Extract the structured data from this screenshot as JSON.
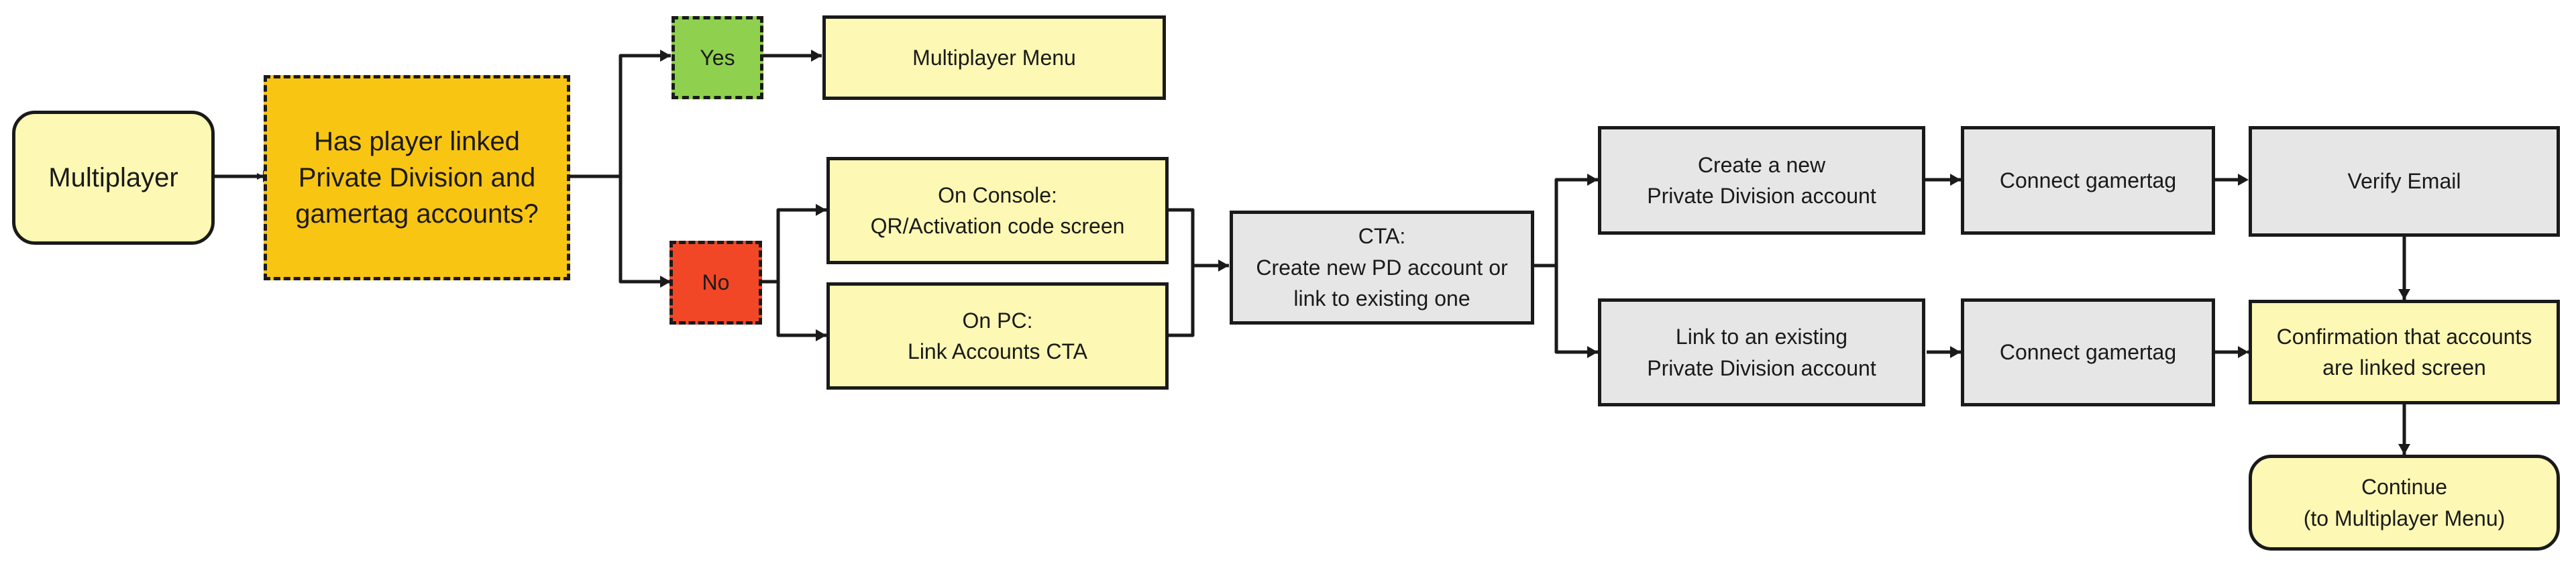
{
  "nodes": {
    "multiplayer": "Multiplayer",
    "question": "Has player linked\nPrivate Division and\ngamertag accounts?",
    "yes": "Yes",
    "no": "No",
    "multiplayer_menu": "Multiplayer Menu",
    "on_console": "On Console:\nQR/Activation code screen",
    "on_pc": "On PC:\nLink Accounts CTA",
    "cta": "CTA:\nCreate new PD account or\nlink to existing one",
    "create_account": "Create a new\nPrivate Division account",
    "connect_gamertag_1": "Connect gamertag",
    "verify_email": "Verify Email",
    "link_account": "Link to an existing\nPrivate Division account",
    "connect_gamertag_2": "Connect gamertag",
    "confirmation": "Confirmation that accounts\nare linked screen",
    "continue": "Continue\n(to Multiplayer Menu)"
  },
  "colors": {
    "start_fill": "#fdf8b3",
    "decision_fill": "#f9c513",
    "yes_fill": "#8fd14f",
    "no_fill": "#f24726",
    "screen_fill": "#fdf8b3",
    "step_fill": "#e6e6e6",
    "stroke": "#1a1a1a"
  }
}
